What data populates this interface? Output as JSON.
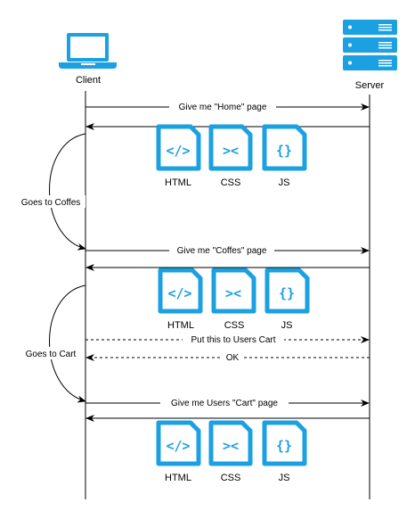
{
  "actors": {
    "client_label": "Client",
    "server_label": "Server"
  },
  "messages": [
    {
      "label": "Give me \"Home\" page",
      "direction": "to-server",
      "style": "solid"
    },
    {
      "label": "",
      "direction": "to-client",
      "style": "solid"
    },
    {
      "label": "Give me \"Coffes\" page",
      "direction": "to-server",
      "style": "solid"
    },
    {
      "label": "",
      "direction": "to-client",
      "style": "solid"
    },
    {
      "label": "Put this to Users Cart",
      "direction": "to-server",
      "style": "dashed"
    },
    {
      "label": "OK",
      "direction": "to-client",
      "style": "dashed"
    },
    {
      "label": "Give me Users \"Cart\" page",
      "direction": "to-server",
      "style": "solid"
    },
    {
      "label": "",
      "direction": "to-client",
      "style": "solid"
    }
  ],
  "actions": [
    {
      "label": "Goes to Coffes"
    },
    {
      "label": "Goes to Cart"
    }
  ],
  "responses": [
    {
      "files": [
        "HTML",
        "CSS",
        "JS"
      ]
    },
    {
      "files": [
        "HTML",
        "CSS",
        "JS"
      ]
    },
    {
      "files": [
        "HTML",
        "CSS",
        "JS"
      ]
    }
  ],
  "colors": {
    "icon": "#1BA1E2",
    "line": "#000000"
  }
}
